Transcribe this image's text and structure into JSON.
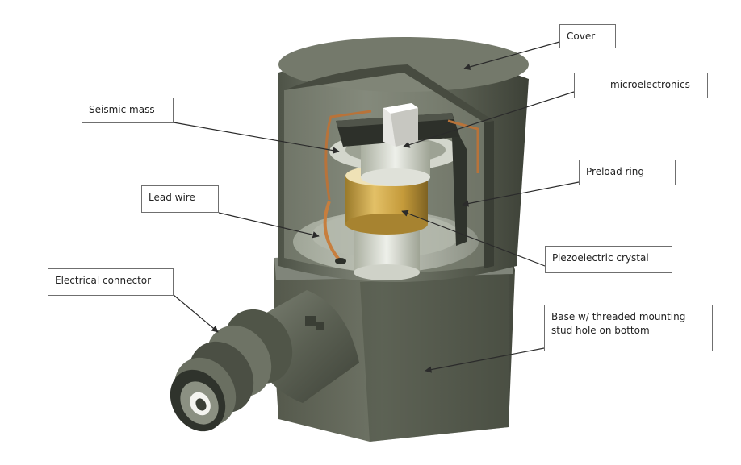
{
  "labels": {
    "cover": "Cover",
    "microelectronics": "microelectronics",
    "seismic_mass": "Seismic mass",
    "preload_ring": "Preload ring",
    "lead_wire": "Lead wire",
    "piezoelectric_crystal": "Piezoelectric crystal",
    "electrical_connector": "Electrical connector",
    "base_line1": "Base w/ threaded mounting",
    "base_line2": "stud hole on bottom"
  },
  "colors": {
    "body": "#5e6356",
    "crystal": "#c9a23e",
    "lead_wire": "#b8733a",
    "outline": "#6f6f6f"
  }
}
